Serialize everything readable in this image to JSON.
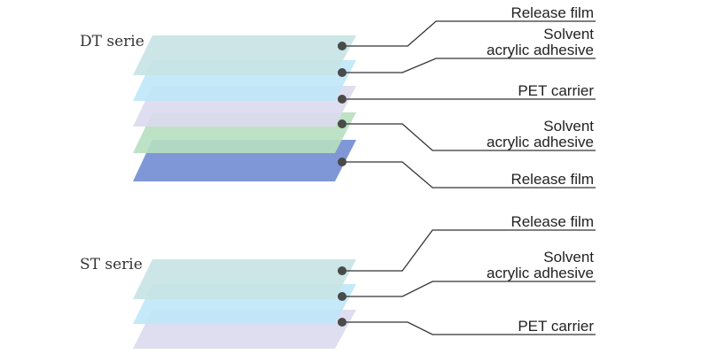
{
  "colors": {
    "release_film": "#c7e3e4",
    "solvent_acrylic_adhesive": "#bfe7f7",
    "pet_carrier": "#dcdaee",
    "adhesive_green": "#b7dfc0",
    "release_film_blue": "#7f97d6",
    "leader_line": "#333333",
    "dot": "#4a4a4a"
  },
  "dt": {
    "title": "DT serie",
    "labels": [
      {
        "line1": "Release film"
      },
      {
        "line1": "Solvent",
        "line2": "acrylic adhesive"
      },
      {
        "line1": "PET carrier"
      },
      {
        "line1": "Solvent",
        "line2": "acrylic adhesive"
      },
      {
        "line1": "Release film"
      }
    ]
  },
  "st": {
    "title": "ST serie",
    "labels": [
      {
        "line1": "Release film"
      },
      {
        "line1": "Solvent",
        "line2": "acrylic adhesive"
      },
      {
        "line1": "PET carrier"
      }
    ]
  }
}
